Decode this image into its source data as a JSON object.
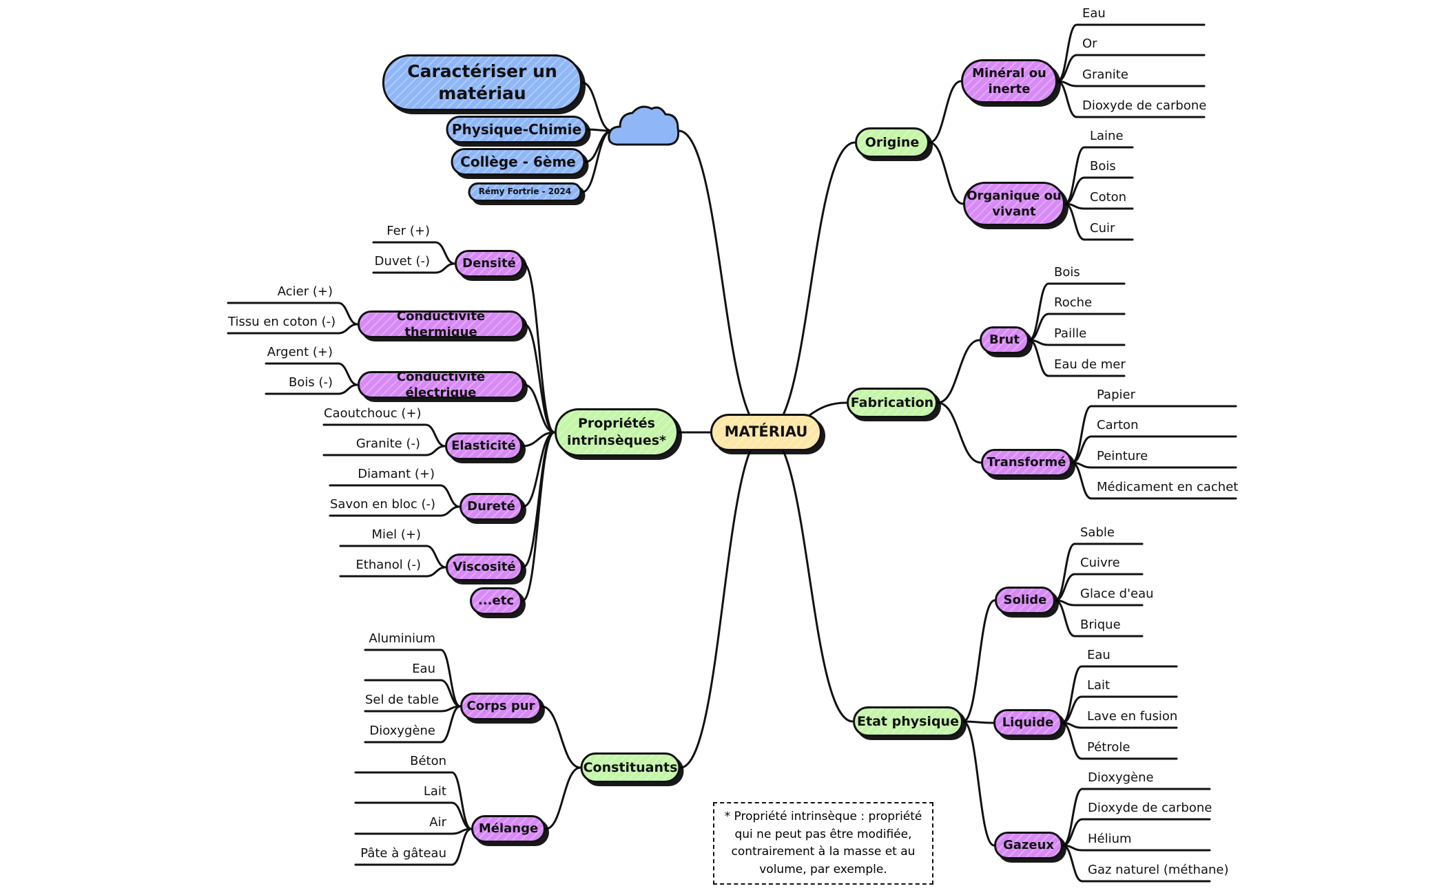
{
  "colors": {
    "center": "#fde7a6",
    "category": "#c5f5a9",
    "subcategory": "#d78af5",
    "title": "#8fb7f7",
    "line": "#111111"
  },
  "header": {
    "title": "Caractériser un matériau",
    "subject": "Physique-Chimie",
    "level": "Collège - 6ème",
    "author": "Rémy Fortrie - 2024",
    "icon": "cloud-icon"
  },
  "center": "MATÉRIAU",
  "categories": {
    "origine": {
      "label": "Origine",
      "subs": [
        {
          "label": "Minéral ou inerte",
          "items": [
            "Eau",
            "Or",
            "Granite",
            "Dioxyde de carbone"
          ]
        },
        {
          "label": "Organique ou vivant",
          "items": [
            "Laine",
            "Bois",
            "Coton",
            "Cuir"
          ]
        }
      ]
    },
    "fabrication": {
      "label": "Fabrication",
      "subs": [
        {
          "label": "Brut",
          "items": [
            "Bois",
            "Roche",
            "Paille",
            "Eau de mer"
          ]
        },
        {
          "label": "Transformé",
          "items": [
            "Papier",
            "Carton",
            "Peinture",
            "Médicament en cachet"
          ]
        }
      ]
    },
    "etat": {
      "label": "Etat physique",
      "subs": [
        {
          "label": "Solide",
          "items": [
            "Sable",
            "Cuivre",
            "Glace d'eau",
            "Brique"
          ]
        },
        {
          "label": "Liquide",
          "items": [
            "Eau",
            "Lait",
            "Lave en fusion",
            "Pétrole"
          ]
        },
        {
          "label": "Gazeux",
          "items": [
            "Dioxygène",
            "Dioxyde de carbone",
            "Hélium",
            "Gaz naturel (méthane)"
          ]
        }
      ]
    },
    "proprietes": {
      "label": "Propriétés intrinsèques*",
      "subs": [
        {
          "label": "Densité",
          "items": [
            "Fer (+)",
            "Duvet (-)"
          ]
        },
        {
          "label": "Conductivité thermique",
          "items": [
            "Acier (+)",
            "Tissu en coton (-)"
          ]
        },
        {
          "label": "Conductivité électrique",
          "items": [
            "Argent (+)",
            "Bois (-)"
          ]
        },
        {
          "label": "Elasticité",
          "items": [
            "Caoutchouc (+)",
            "Granite (-)"
          ]
        },
        {
          "label": "Dureté",
          "items": [
            "Diamant (+)",
            "Savon en bloc (-)"
          ]
        },
        {
          "label": "Viscosité",
          "items": [
            "Miel (+)",
            "Ethanol (-)"
          ]
        },
        {
          "label": "...etc",
          "items": []
        }
      ]
    },
    "constituants": {
      "label": "Constituants",
      "subs": [
        {
          "label": "Corps pur",
          "items": [
            "Aluminium",
            "Eau",
            "Sel de table",
            "Dioxygène"
          ]
        },
        {
          "label": "Mélange",
          "items": [
            "Béton",
            "Lait",
            "Air",
            "Pâte à gâteau"
          ]
        }
      ]
    }
  },
  "note": "* Propriété intrinsèque : propriété qui ne peut pas être modifiée, contrairement à la masse et au volume, par exemple."
}
